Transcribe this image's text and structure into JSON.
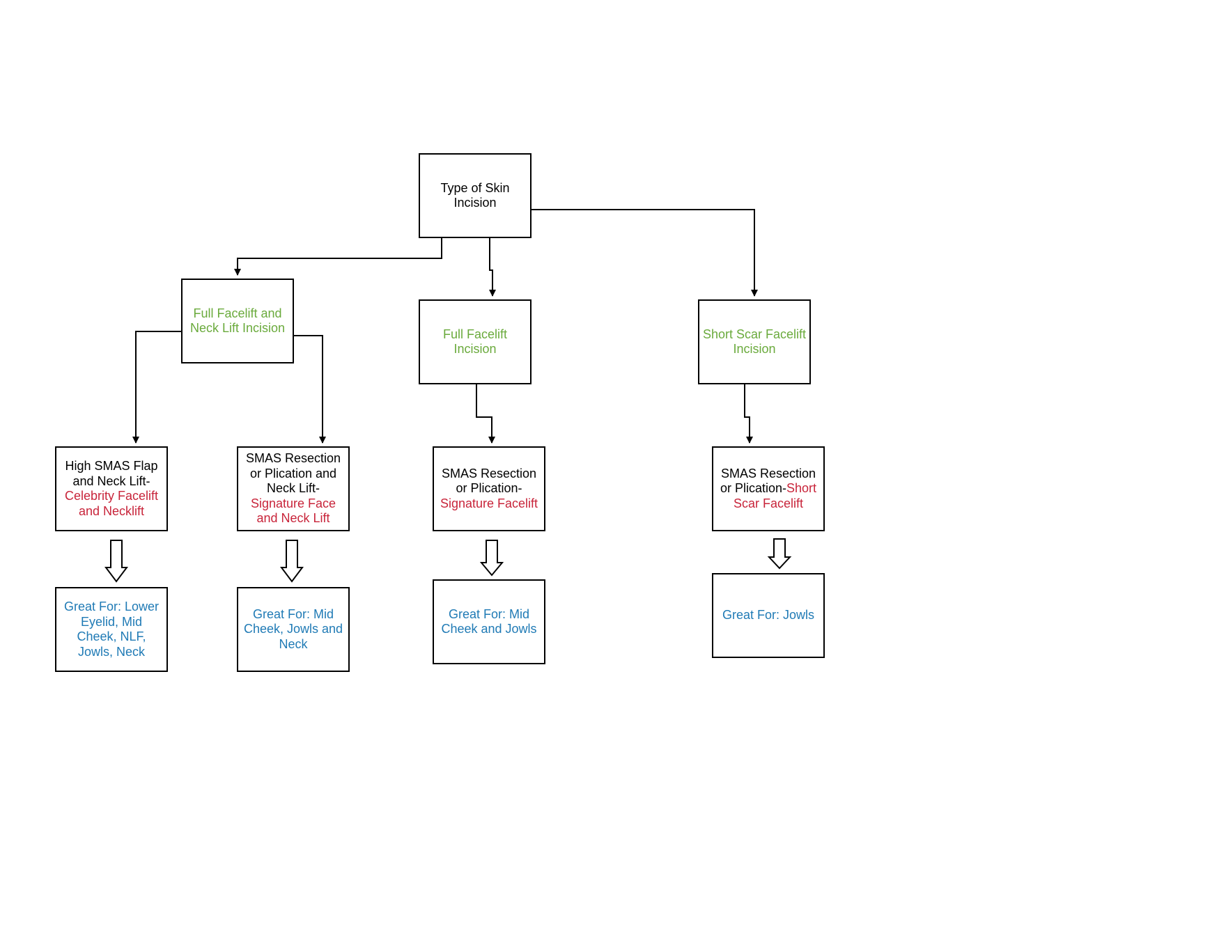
{
  "colors": {
    "black": "#000000",
    "green": "#6aaa3c",
    "red": "#c8243a",
    "blue": "#1f7ab5"
  },
  "nodes": {
    "root": {
      "text": "Type of Skin Incision"
    },
    "ffnl": {
      "text": "Full Facelift and Neck Lift Incision"
    },
    "ff": {
      "text": "Full Facelift Incision"
    },
    "ss": {
      "text": "Short Scar Facelift Incision"
    },
    "high": {
      "prefix": "High SMAS Flap and Neck Lift-",
      "highlight": "Celebrity Facelift and Necklift"
    },
    "smas1": {
      "prefix": "SMAS Resection or Plication and Neck Lift-",
      "highlight": "Signature Face and Neck Lift"
    },
    "smas2": {
      "prefix": "SMAS Resection or Plication-",
      "highlight": "Signature Facelift"
    },
    "smas3": {
      "prefix": "SMAS Resection or Plication-",
      "highlight": "Short Scar Facelift"
    },
    "g1": {
      "text": "Great For: Lower Eyelid, Mid Cheek, NLF, Jowls, Neck"
    },
    "g2": {
      "text": "Great For: Mid Cheek, Jowls and Neck"
    },
    "g3": {
      "text": "Great For: Mid Cheek and Jowls"
    },
    "g4": {
      "text": "Great For: Jowls"
    }
  },
  "edges": [
    {
      "from": "root",
      "to": "ffnl"
    },
    {
      "from": "root",
      "to": "ff"
    },
    {
      "from": "root",
      "to": "ss"
    },
    {
      "from": "ffnl",
      "to": "high"
    },
    {
      "from": "ffnl",
      "to": "smas1"
    },
    {
      "from": "ff",
      "to": "smas2"
    },
    {
      "from": "ss",
      "to": "smas3"
    },
    {
      "from": "high",
      "to": "g1"
    },
    {
      "from": "smas1",
      "to": "g2"
    },
    {
      "from": "smas2",
      "to": "g3"
    },
    {
      "from": "smas3",
      "to": "g4"
    }
  ]
}
